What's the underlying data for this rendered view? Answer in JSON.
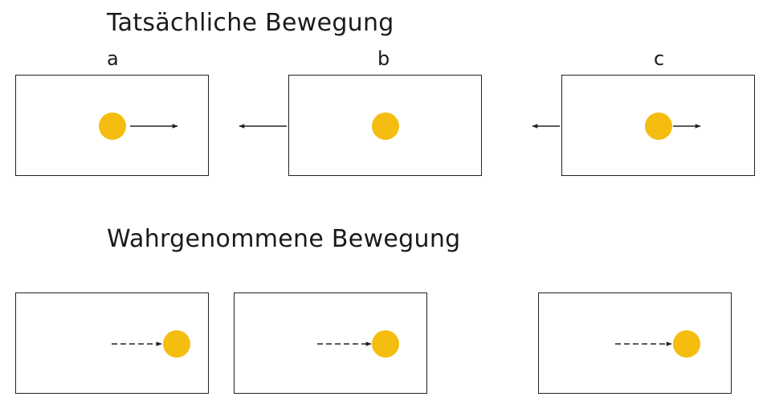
{
  "headings": {
    "actual": "Tatsächliche Bewegung",
    "perceived": "Wahrgenommene Bewegung"
  },
  "frame_labels": [
    "a",
    "b",
    "c"
  ],
  "colors": {
    "dot": "#F5BD0F",
    "line": "#222222"
  },
  "arrows": {
    "actual": "solid",
    "perceived": "dashed"
  }
}
